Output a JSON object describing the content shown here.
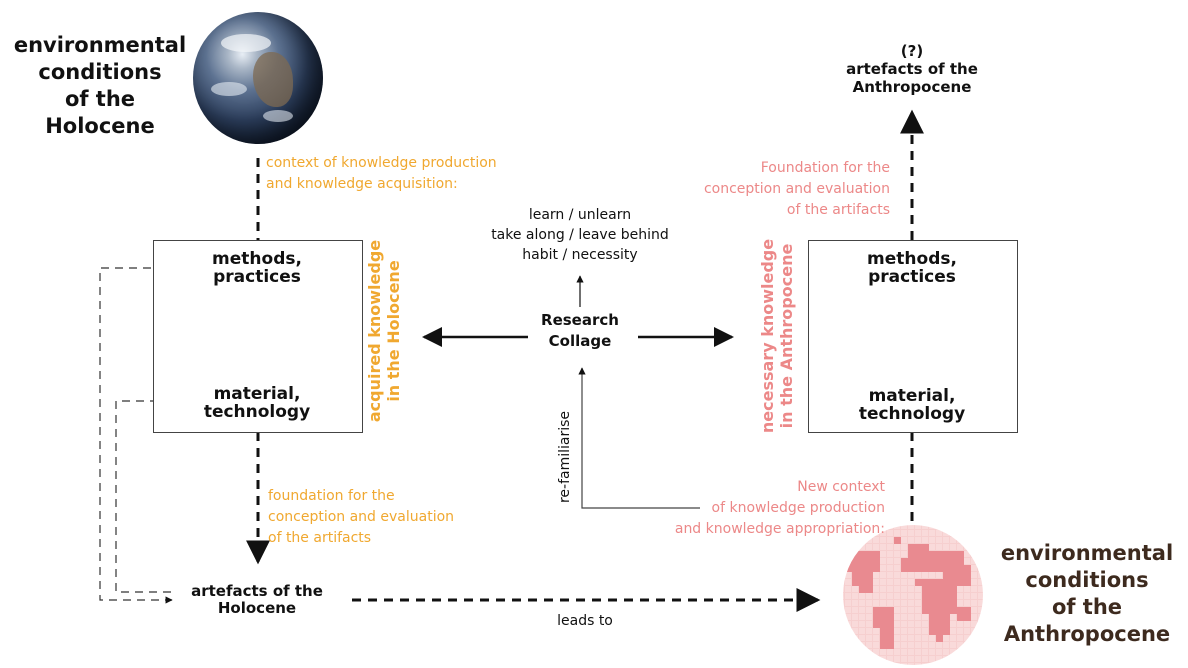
{
  "left_env": {
    "lines": [
      "environmental",
      "conditions",
      "of the",
      "Holocene"
    ]
  },
  "right_env": {
    "lines": [
      "environmental",
      "conditions",
      "of the",
      "Anthropocene"
    ]
  },
  "top_right_artefacts": {
    "lines": [
      "(?)",
      "artefacts of the",
      "Anthropocene"
    ]
  },
  "left_box": {
    "top": [
      "methods,",
      "practices"
    ],
    "bottom": [
      "material,",
      "technology"
    ]
  },
  "right_box": {
    "top": [
      "methods,",
      "practices"
    ],
    "bottom": [
      "material,",
      "technology"
    ]
  },
  "left_context": [
    "context of knowledge production",
    "and knowledge acquisition:"
  ],
  "left_foundation": [
    "foundation for the",
    "conception and evaluation",
    "of the artifacts"
  ],
  "right_foundation": [
    "Foundation for the",
    "conception and evaluation",
    "of the artifacts"
  ],
  "new_context": [
    "New context",
    "of knowledge production",
    "and knowledge appropriation:"
  ],
  "acquired_knowledge": [
    "acquired knowledge",
    "in the Holocene"
  ],
  "necessary_knowledge": [
    "necessary knowledge",
    "in the Anthropocene"
  ],
  "learn_lines": [
    "learn / unlearn",
    "take along / leave behind",
    "habit / necessity"
  ],
  "research_collage": [
    "Research",
    "Collage"
  ],
  "refamiliarise": "re-familiarise",
  "artefacts_holocene": [
    "artefacts of the",
    "Holocene"
  ],
  "leads_to": "leads to",
  "colors": {
    "orange": "#f0a830",
    "pink": "#ec8888",
    "dark_brown": "#3d2a1e"
  },
  "icons": {
    "left_globe": "earth-globe-icon",
    "right_globe": "pixel-globe-icon"
  }
}
